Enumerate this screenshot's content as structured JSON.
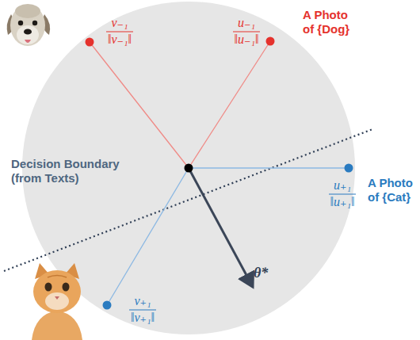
{
  "diagram": {
    "labels": [
      "v₋₁",
      "‖v₋₁‖",
      "u₋₁",
      "‖u₋₁‖",
      "A Photo of {Dog}",
      "u₊₁",
      "‖u₊₁‖",
      "A Photo of {Cat}",
      "Decision Boundary (from Texts)",
      "v₊₁",
      "‖v₊₁‖",
      "θ*"
    ]
  }
}
